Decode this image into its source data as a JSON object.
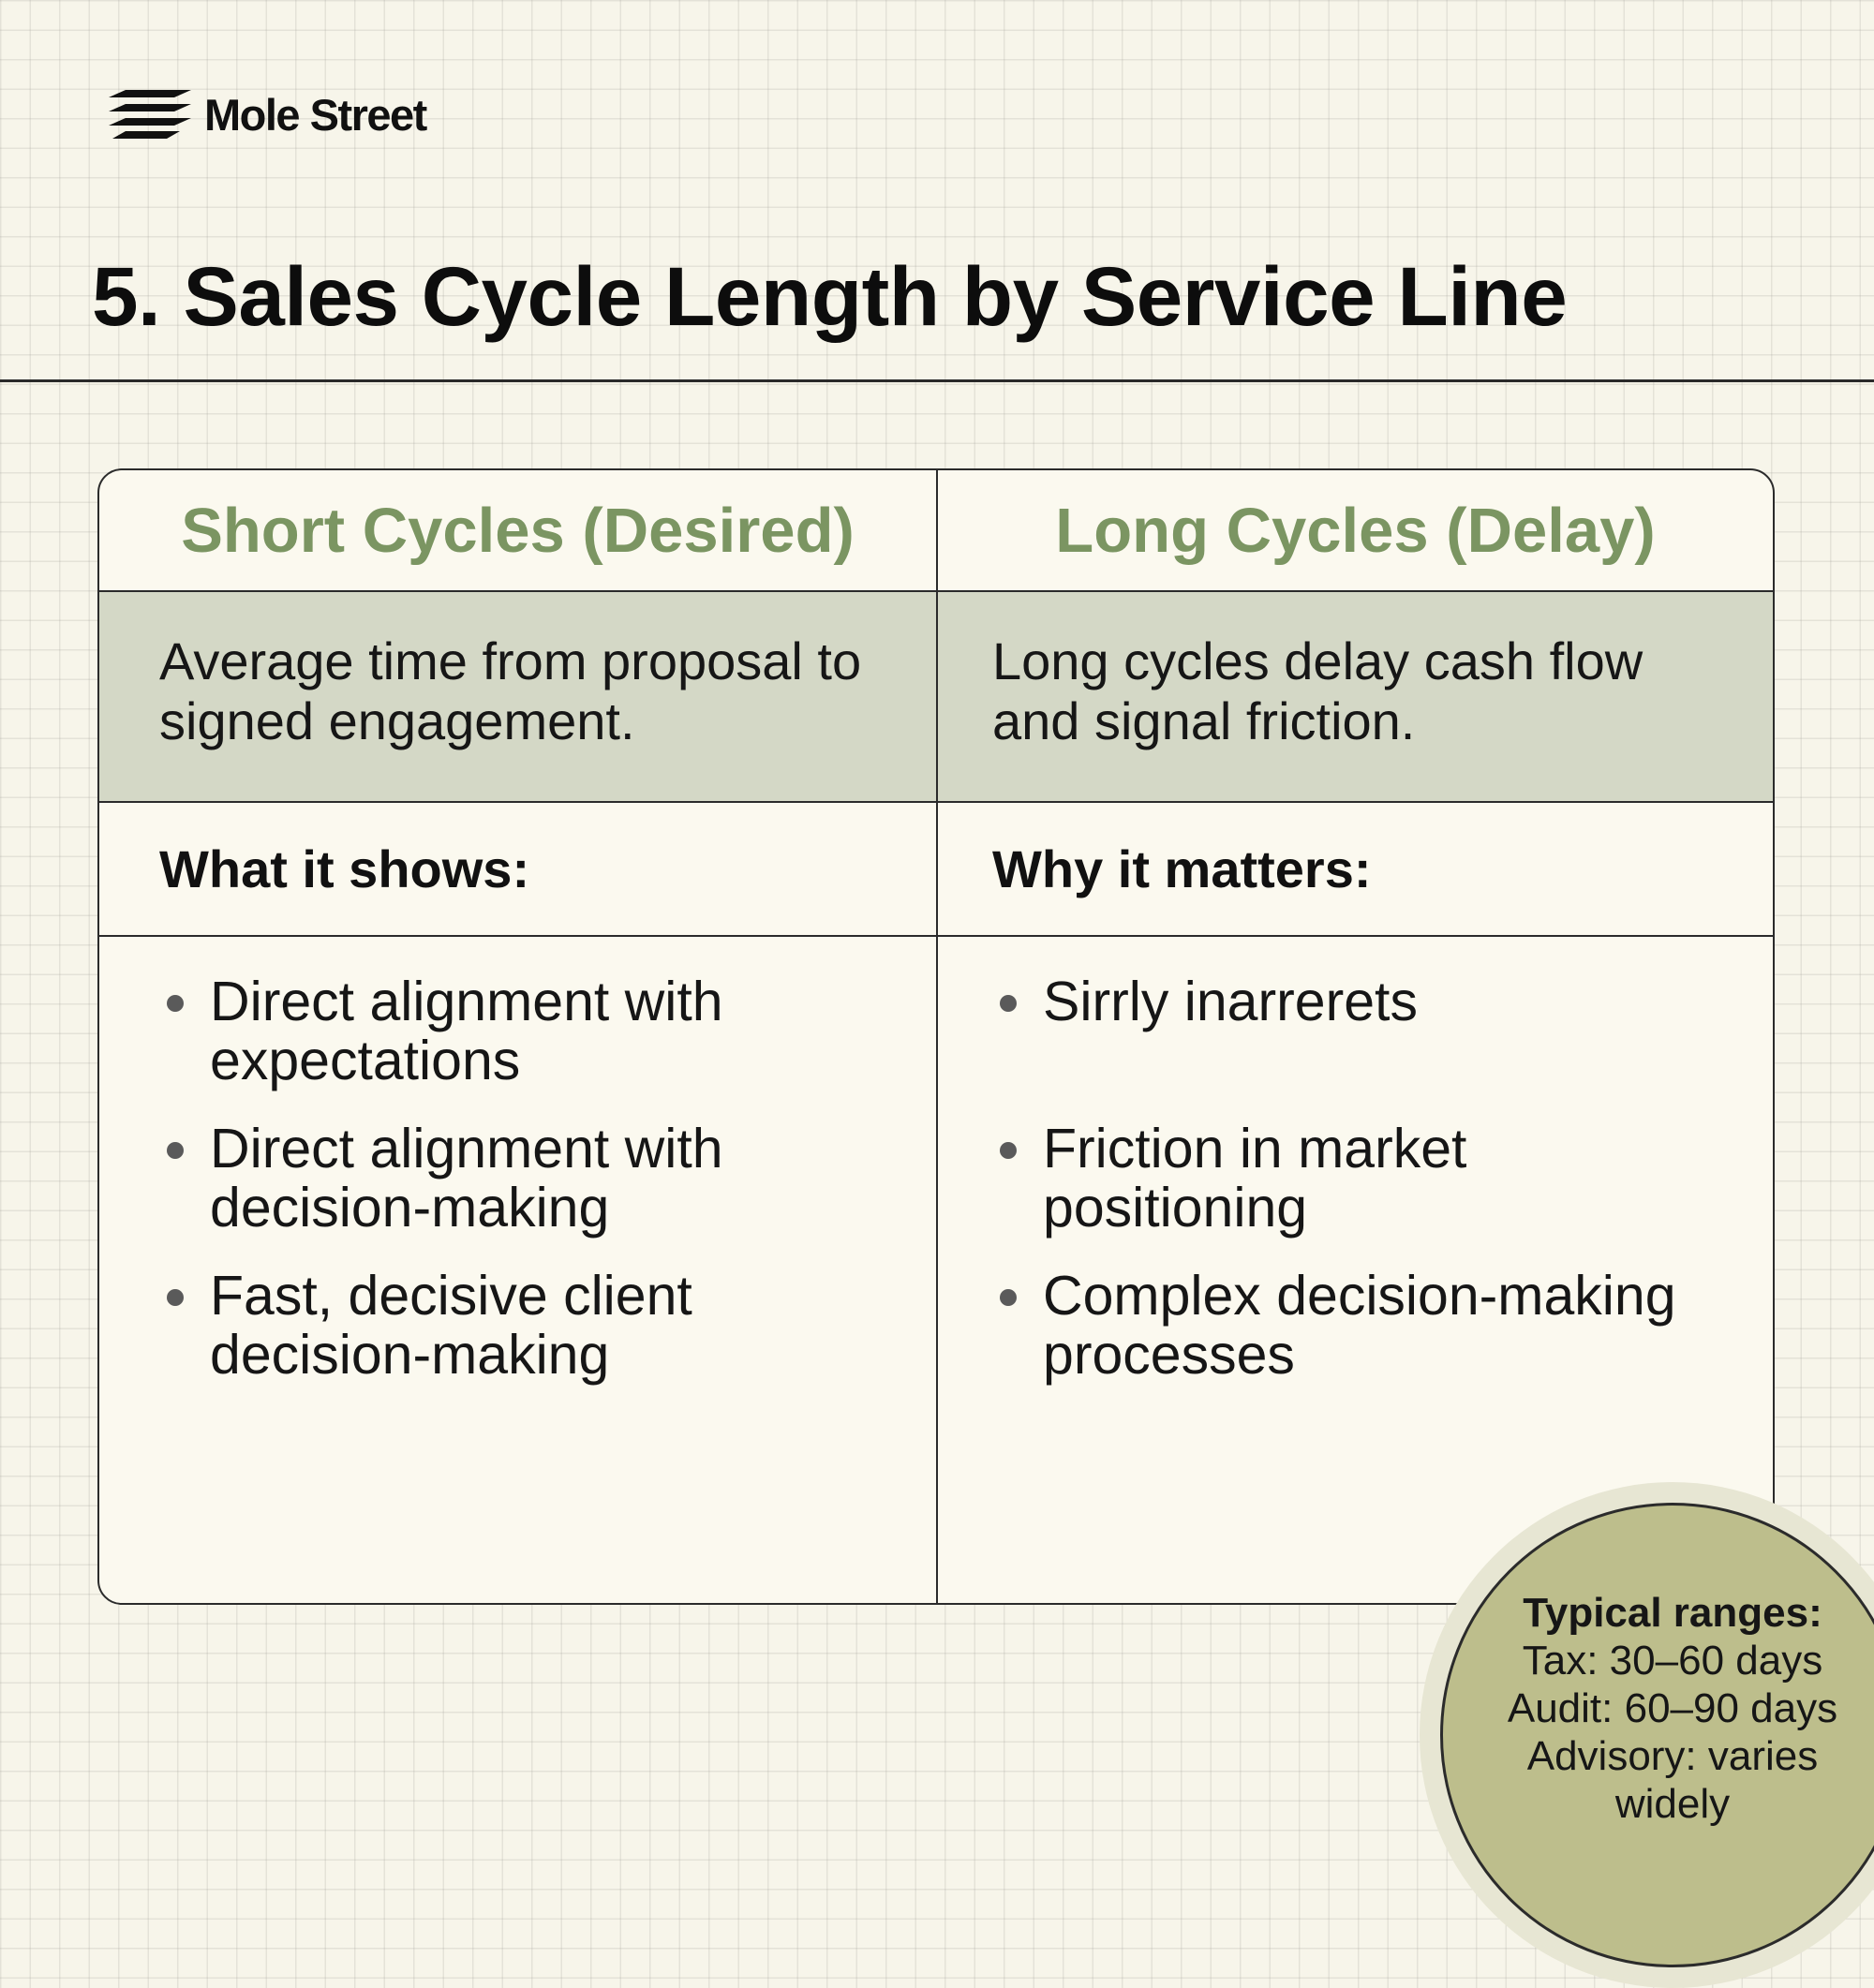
{
  "brand": {
    "name": "Mole Street",
    "logo_icon": "diagonal-stripes-icon"
  },
  "title": "5. Sales Cycle Length by Service Line",
  "columns": [
    {
      "heading": "Short Cycles (Desired)",
      "description": "Average time from proposal to signed engagement.",
      "subheading": "What it shows:",
      "bullets": [
        "Direct alignment with expectations",
        "Direct alignment with decision-making",
        "Fast, decisive client decision-making"
      ]
    },
    {
      "heading": "Long Cycles (Delay)",
      "description": "Long cycles delay cash flow and signal friction.",
      "subheading": "Why it matters:",
      "bullets": [
        "Sirrly inarrerets",
        "Friction in market positioning",
        "Complex decision-making processes"
      ]
    }
  ],
  "ranges": {
    "title": "Typical ranges:",
    "lines": [
      "Tax: 30–60 days",
      "Audit: 60–90 days",
      "Advisory: varies widely"
    ]
  },
  "colors": {
    "background": "#f7f5ea",
    "heading_green": "#7b9562",
    "description_band": "#d4d8c6",
    "badge_fill": "#bdbe8c"
  }
}
